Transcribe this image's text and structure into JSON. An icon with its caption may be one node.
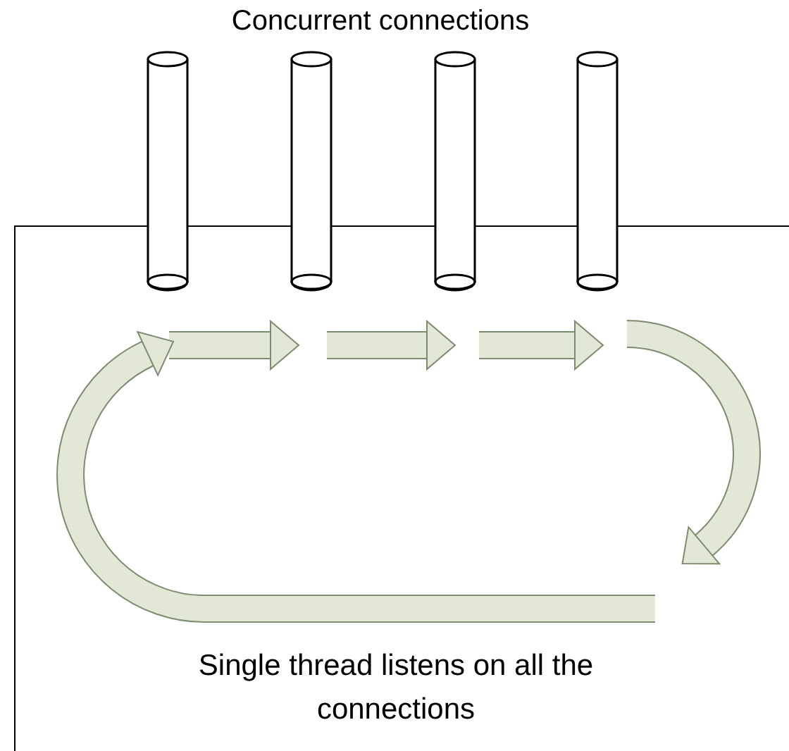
{
  "diagram": {
    "title": "Concurrent connections",
    "nodes": [
      {
        "text": [
          "Single thread listens on all the connections"
        ]
      },
      {
        "text": [],
        "shape": "cylinder"
      },
      {
        "text": [],
        "shape": "cylinder"
      },
      {
        "text": [],
        "shape": "cylinder"
      },
      {
        "text": [],
        "shape": "cylinder"
      }
    ]
  }
}
